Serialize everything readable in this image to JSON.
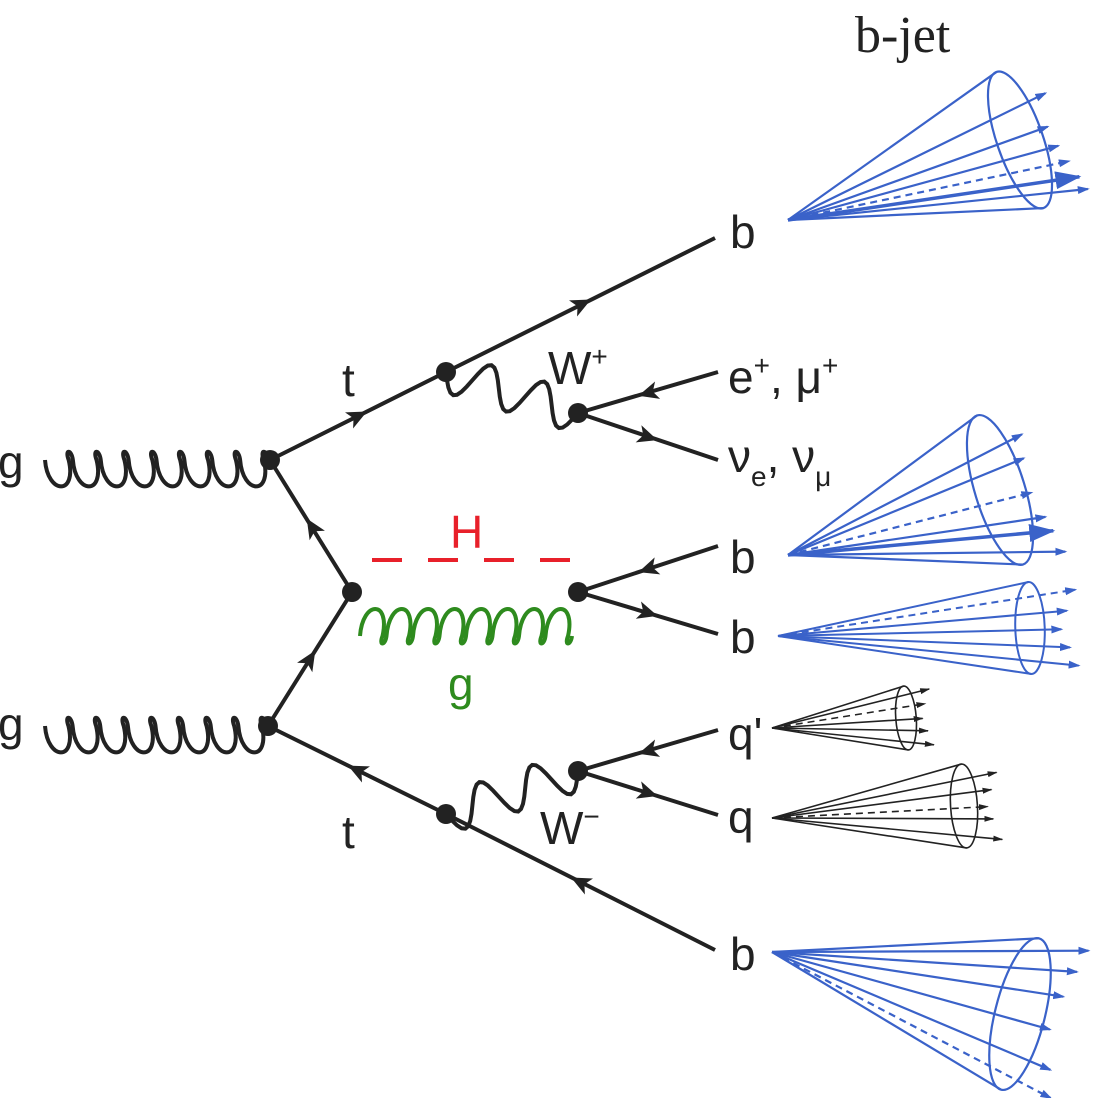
{
  "title": "b-jet",
  "colors": {
    "line": "#222222",
    "higgs": "#e8202a",
    "gluon_radiation": "#2e8b1e",
    "b_jet": "#3a62c9",
    "light_jet": "#222222"
  },
  "labels": {
    "g_top": "g",
    "g_bottom": "g",
    "t_top": "t",
    "t_bottom": "t",
    "w_plus_base": "W",
    "w_plus_sup": "+",
    "w_minus_base": "W",
    "w_minus_sup": "−",
    "higgs": "H",
    "gluon_mid": "g",
    "b1": "b",
    "b2": "b",
    "b3": "b",
    "b4": "b",
    "lepton_e": "e",
    "lepton_e_sup": "+",
    "lepton_sep": ", ",
    "lepton_mu": "μ",
    "lepton_mu_sup": "+",
    "nu_e": "ν",
    "nu_e_sub": "e",
    "nu_sep": ", ",
    "nu_mu": "ν",
    "nu_mu_sub": "μ",
    "q_prime": "q'",
    "q": "q"
  },
  "icons": {
    "jet": "jet-cone-icon",
    "vertex": "vertex-dot-icon"
  }
}
